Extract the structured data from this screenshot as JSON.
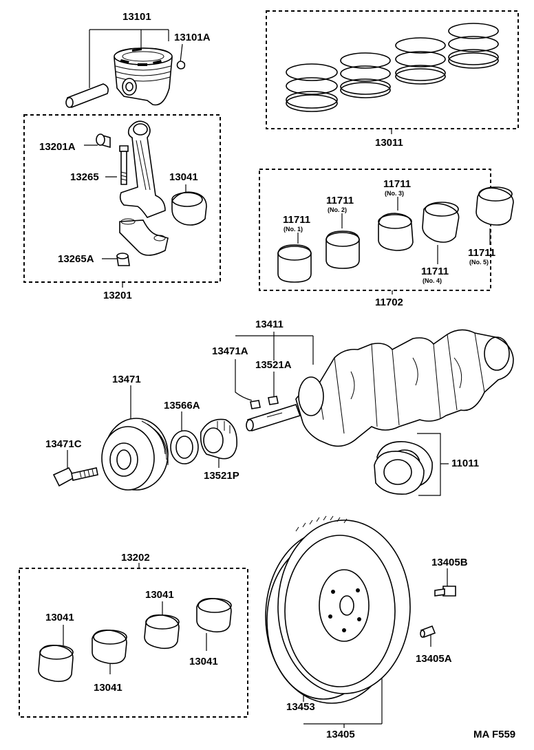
{
  "labels": {
    "piston_assy": "13101",
    "piston_clip": "13101A",
    "rings": "13011",
    "pin_bushing": "13201A",
    "rod_bolt": "13265",
    "rod_bearing": "13041",
    "rod_nut": "13265A",
    "rod_assy": "13201",
    "main_bearing_no1": "11711",
    "main_bearing_no1_sub": "(No. 1)",
    "main_bearing_no2": "11711",
    "main_bearing_no2_sub": "(No. 2)",
    "main_bearing_no3": "11711",
    "main_bearing_no3_sub": "(No. 3)",
    "main_bearing_no4": "11711",
    "main_bearing_no4_sub": "(No. 4)",
    "main_bearing_no5": "11711",
    "main_bearing_no5_sub": "(No. 5)",
    "main_bearing_set": "11702",
    "crankshaft": "13411",
    "key_a": "13471A",
    "key_b": "13521A",
    "pulley": "13471",
    "spacer": "13566A",
    "pulley_bolt": "13471C",
    "sprocket": "13521P",
    "thrust_washer": "11011",
    "bearing_set": "13202",
    "bearing_1": "13041",
    "bearing_2": "13041",
    "bearing_3": "13041",
    "bearing_4": "13041",
    "flywheel_bolt": "13405B",
    "flywheel_pin": "13405A",
    "ring_gear": "13453",
    "flywheel": "13405",
    "figure_code": "MA F559"
  }
}
